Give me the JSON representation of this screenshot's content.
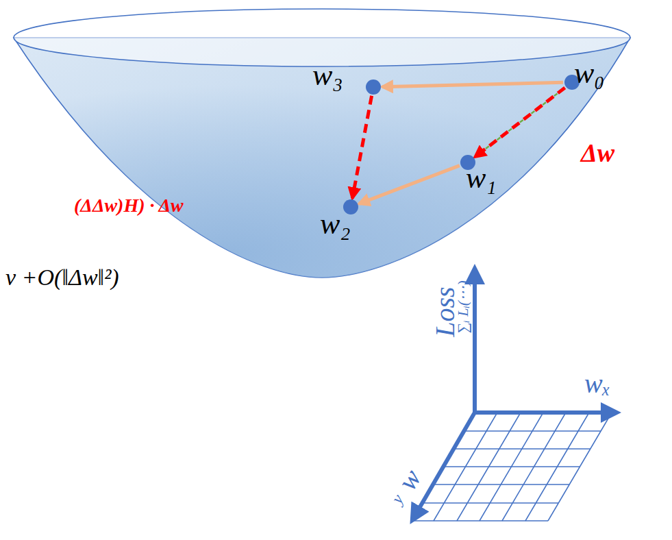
{
  "diagram": {
    "nodes": [
      {
        "text": [
          "w₀"
        ]
      },
      {
        "text": [
          "w₁"
        ]
      },
      {
        "text": [
          "w₂"
        ]
      },
      {
        "text": [
          "w₃"
        ]
      }
    ],
    "edges": [
      {
        "from": 0,
        "to": 3,
        "arrow": "to"
      },
      {
        "from": 3,
        "to": 2,
        "arrow": "to"
      },
      {
        "from": 0,
        "to": 1,
        "arrow": "to"
      },
      {
        "from": 1,
        "to": 2,
        "arrow": "to"
      }
    ],
    "labels": [
      "Δw",
      "Loss",
      "∑ᵢ Lᵢ(⋯)",
      "wₓ",
      "w",
      "y",
      "(ΔΔw)H) · Δw",
      "v +O(‖Δw‖²)"
    ]
  }
}
